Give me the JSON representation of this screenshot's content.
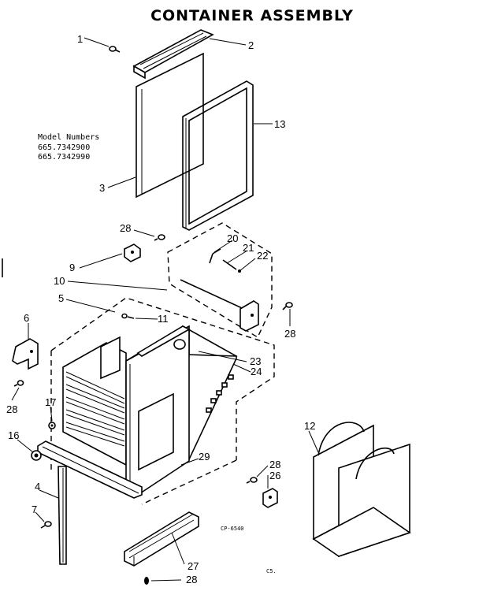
{
  "title": "CONTAINER ASSEMBLY",
  "model_numbers": {
    "heading": "Model Numbers",
    "numbers": [
      "665.7342900",
      "665.7342990"
    ]
  },
  "callouts": {
    "c1": "1",
    "c2": "2",
    "c3": "3",
    "c4": "4",
    "c5": "5",
    "c6": "6",
    "c7": "7",
    "c9": "9",
    "c10": "10",
    "c11": "11",
    "c12": "12",
    "c13": "13",
    "c16": "16",
    "c17": "17",
    "c20": "20",
    "c21": "21",
    "c22": "22",
    "c23": "23",
    "c24": "24",
    "c26": "26",
    "c27": "27",
    "c28a": "28",
    "c28b": "28",
    "c28c": "28",
    "c28d": "28",
    "c28e": "28",
    "c29": "29"
  },
  "drawing_code": "CP-6540",
  "footer_mark": "C5."
}
